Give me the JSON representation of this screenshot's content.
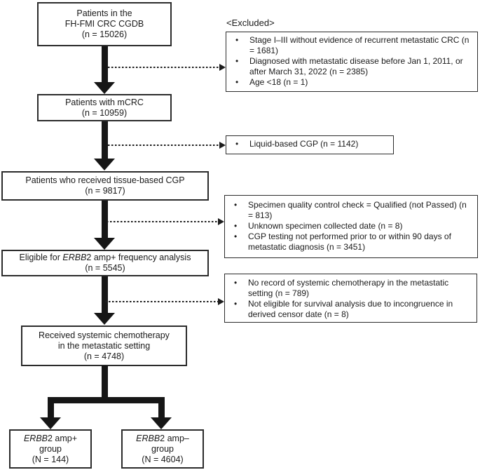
{
  "figure": {
    "type": "patient-flow-diagram",
    "colors": {
      "ink": "#1a1a1a",
      "arrow": "#161616",
      "box_border": "#2b2b2b",
      "background": "#ffffff"
    }
  },
  "flow": {
    "boxes": [
      {
        "lines": [
          "Patients in the",
          "FH-FMI CRC CGDB",
          "(n = 15026)"
        ]
      },
      {
        "lines": [
          "Patients with mCRC",
          "(n = 10959)"
        ]
      },
      {
        "lines": [
          "Patients who received tissue-based CGP",
          "(n = 9817)"
        ]
      },
      {
        "prefix": "Eligible for ",
        "gene": "ERBB",
        "suffix": "2 amp+ frequency analysis",
        "count_line": "(n = 5545)"
      },
      {
        "lines": [
          "Received systemic chemotherapy",
          "in the metastatic setting",
          "(n = 4748)"
        ]
      },
      {
        "gene": "ERBB",
        "suffix": "2 amp+",
        "line2": "group",
        "line3": "(N = 144)"
      },
      {
        "gene": "ERBB",
        "suffix": "2 amp–",
        "line2": "group",
        "line3": "(N = 4604)"
      }
    ]
  },
  "excluded": {
    "label": "<Excluded>",
    "bullet": "•",
    "boxes": [
      {
        "items": [
          "Stage I–III without evidence of recurrent metastatic CRC (n = 1681)",
          "Diagnosed with metastatic disease before Jan 1, 2011, or after March 31, 2022 (n = 2385)",
          "Age <18 (n = 1)"
        ]
      },
      {
        "items": [
          "Liquid-based CGP (n = 1142)"
        ]
      },
      {
        "items": [
          "Specimen quality control check = Qualified (not Passed) (n = 813)",
          "Unknown specimen collected date (n = 8)",
          "CGP testing not performed prior to or within 90 days of metastatic diagnosis (n = 3451)"
        ]
      },
      {
        "items": [
          "No record of systemic chemotherapy in the metastatic setting (n = 789)",
          "Not eligible for survival analysis due to incongruence in derived censor date (n = 8)"
        ]
      }
    ]
  }
}
